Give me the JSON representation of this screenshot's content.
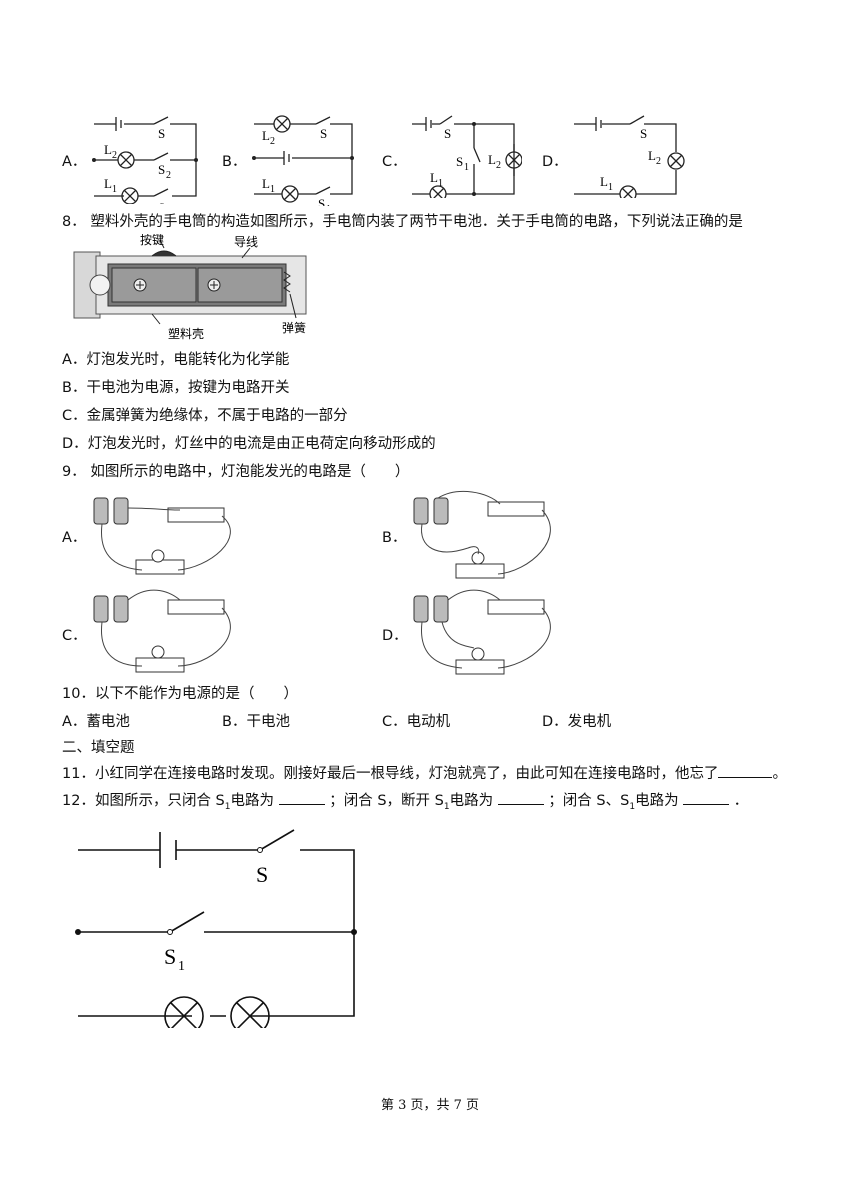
{
  "q7": {
    "options": [
      "A．",
      "B．",
      "C．",
      "D．"
    ],
    "labels": {
      "L": "L",
      "S": "S",
      "sub1": "1",
      "sub2": "2"
    }
  },
  "q8": {
    "stem": "8．  塑料外壳的手电筒的构造如图所示，手电筒内装了两节干电池．关于手电筒的电路，下列说法正确的是",
    "figure": {
      "button": "按键",
      "wire": "导线",
      "shell": "塑料壳",
      "spring": "弹簧"
    },
    "options": [
      "A．灯泡发光时，电能转化为化学能",
      "B．干电池为电源，按键为电路开关",
      "C．金属弹簧为绝缘体，不属于电路的一部分",
      "D．灯泡发光时，灯丝中的电流是由正电荷定向移动形成的"
    ]
  },
  "q9": {
    "stem": "9．  如图所示的电路中，灯泡能发光的电路是（　　）",
    "options": [
      "A．",
      "B．",
      "C．",
      "D．"
    ]
  },
  "q10": {
    "stem": "10．以下不能作为电源的是（　　）",
    "options": [
      "A．蓄电池",
      "B．干电池",
      "C．电动机",
      "D．发电机"
    ]
  },
  "section2": {
    "title": "二、填空题"
  },
  "q11": {
    "text": "11．小红同学在连接电路时发现。刚接好最后一根导线，灯泡就亮了，由此可知在连接电路时，他忘了",
    "end": "。"
  },
  "q12": {
    "p1": "12．如图所示，只闭合 S",
    "p2": "电路为",
    "p3": "；闭合 S，断开 S",
    "p4": "电路为",
    "p5": "；闭合 S、S",
    "p6": "电路为",
    "p7": "．",
    "sub": "1",
    "fig": {
      "S": "S",
      "S1": "S",
      "sub": "1"
    }
  },
  "footer": "第 3 页，共 7 页"
}
